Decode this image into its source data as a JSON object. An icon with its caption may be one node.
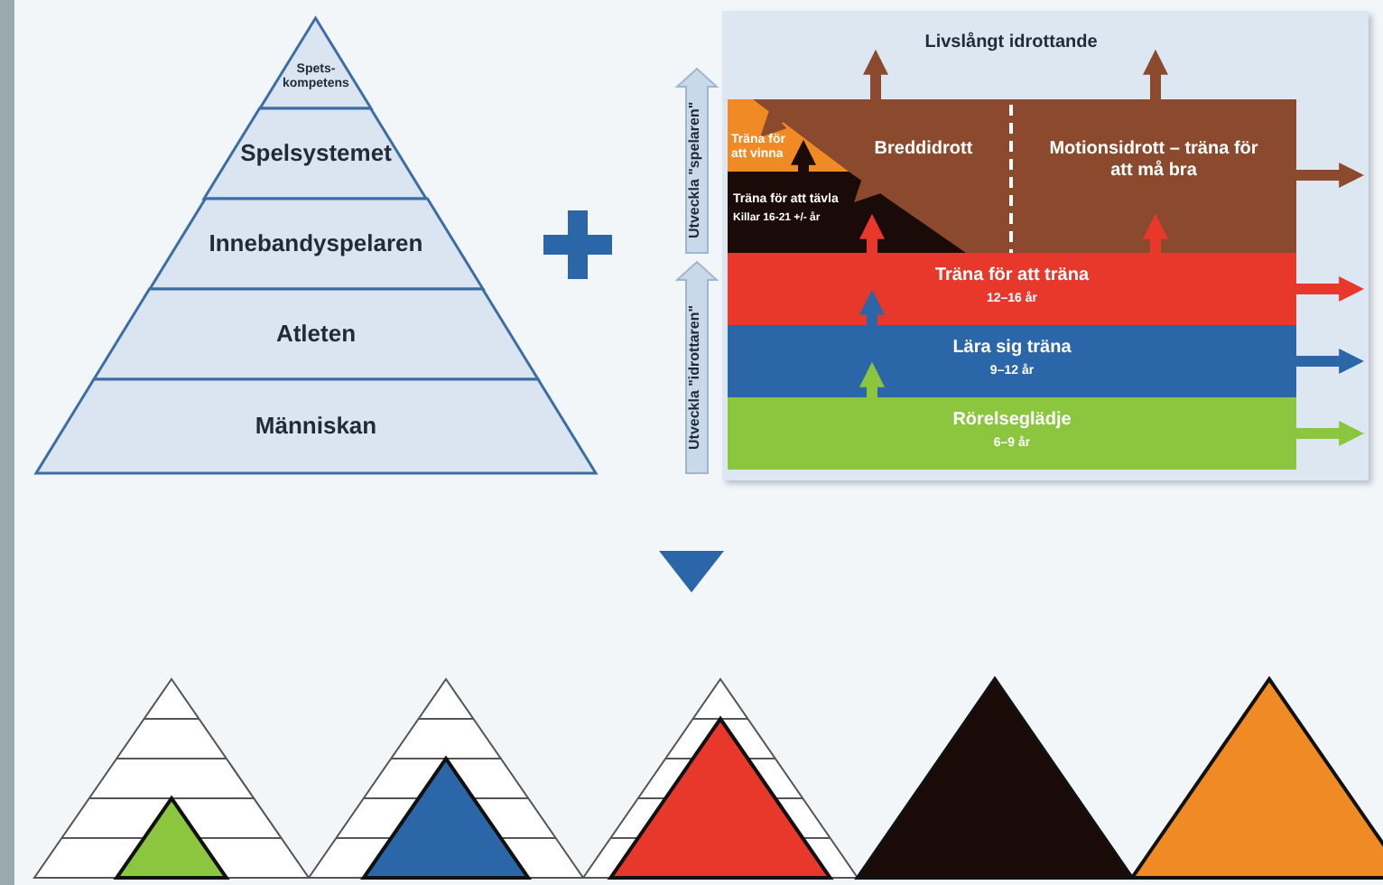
{
  "diagram": {
    "nodes": [
      {
        "text": [
          "Spets- kompetens"
        ]
      },
      {
        "text": [
          "Spelsystemet"
        ]
      },
      {
        "text": [
          "Innebandyspelaren"
        ]
      },
      {
        "text": [
          "Atleten"
        ]
      },
      {
        "text": [
          "Människan"
        ]
      },
      {
        "text": [
          "Livslångt idrottande"
        ]
      },
      {
        "text": [
          "Breddidrott"
        ]
      },
      {
        "text": [
          "Träna för att vinna"
        ],
        "in": 6
      },
      {
        "text": [
          "Träna för att tävla",
          "Killar 16-21 +/- år"
        ],
        "in": 6
      },
      {
        "text": [
          "Motionsidrott – träna för att må bra"
        ]
      },
      {
        "text": [
          "Träna för att träna",
          "12–16 år"
        ]
      },
      {
        "text": [
          "Lära sig träna",
          "9–12 år"
        ]
      },
      {
        "text": [
          "Rörelseglädje",
          "6–9 år"
        ]
      }
    ],
    "edges": [
      {
        "from": 12,
        "to": 11,
        "arrow": "to",
        "color": "#8cc63f"
      },
      {
        "from": 11,
        "to": 10,
        "arrow": "to",
        "color": "#2b67a8"
      },
      {
        "from": 10,
        "to": 8,
        "arrow": "to",
        "color": "#e8382c"
      },
      {
        "from": 10,
        "to": 9,
        "arrow": "to",
        "color": "#e8382c"
      },
      {
        "from": 8,
        "to": 7,
        "arrow": "to",
        "color": "#1a0a08"
      },
      {
        "from": 7,
        "to": 6,
        "arrow": "both",
        "color": "#8b4a2e"
      },
      {
        "from": 8,
        "to": 6,
        "arrow": "both",
        "color": "#8b4a2e"
      },
      {
        "from": 6,
        "to": 5,
        "arrow": "to",
        "color": "#8b4a2e"
      },
      {
        "from": 9,
        "to": 5,
        "arrow": "to",
        "color": "#8b4a2e"
      },
      {
        "from": 9,
        "to": null,
        "arrow": "to",
        "color": "#8b4a2e"
      },
      {
        "from": 10,
        "to": null,
        "arrow": "to",
        "color": "#e8382c"
      },
      {
        "from": 11,
        "to": null,
        "arrow": "to",
        "color": "#2b67a8"
      },
      {
        "from": 12,
        "to": null,
        "arrow": "to",
        "color": "#8cc63f"
      }
    ],
    "labels": [
      "Utveckla \"spelaren\"",
      "Utveckla \"idrottaren\""
    ]
  }
}
